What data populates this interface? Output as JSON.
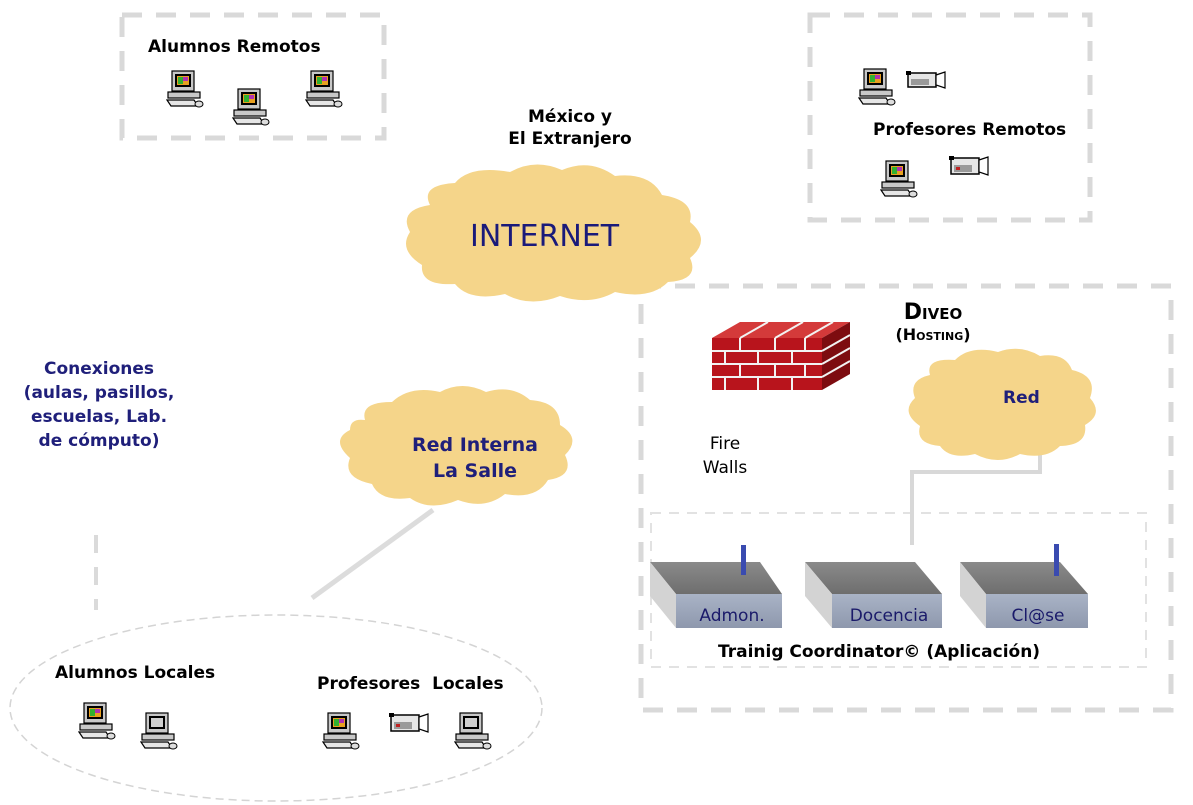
{
  "groups": {
    "alumnos_remotos": "Alumnos Remotos",
    "profesores_remotos": "Profesores Remotos",
    "alumnos_locales": "Alumnos Locales",
    "profesores_locales": "Profesores  Locales"
  },
  "location": {
    "line1": "México y",
    "line2": "El Extranjero"
  },
  "clouds": {
    "internet": "INTERNET",
    "red_interna_1": "Red Interna",
    "red_interna_2": "La Salle",
    "red": "Red"
  },
  "conexiones": {
    "line1": "Conexiones",
    "line2": "(aulas, pasillos,",
    "line3": "escuelas, Lab.",
    "line4": "de cómputo)"
  },
  "hosting": {
    "title": "Diveo",
    "subtitle": "(Hosting)"
  },
  "firewall": {
    "line1": "Fire",
    "line2": "Walls"
  },
  "servers": {
    "admon": "Admon.",
    "docencia": "Docencia",
    "clase": "Cl@se"
  },
  "application": "Trainig Coordinator© (Aplicación)",
  "colors": {
    "cloud_fill": "#f5d58a",
    "navy_text": "#1f1f7a",
    "firewall_red": "#b8141c",
    "dash_gray": "#d9d9d9"
  }
}
